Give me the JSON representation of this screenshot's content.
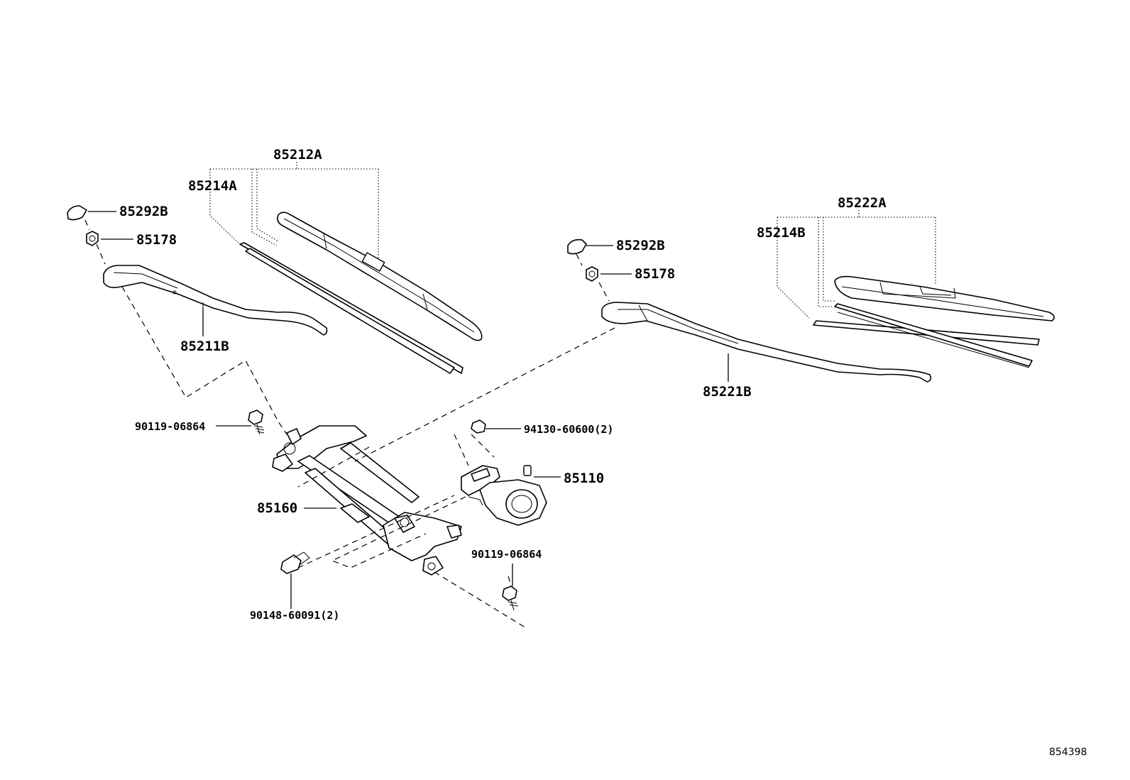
{
  "diagram_id": "854398",
  "labels": {
    "p85212A": "85212A",
    "p85214A": "85214A",
    "p85292B_left": "85292B",
    "p85178_left": "85178",
    "p85211B": "85211B",
    "p85222A": "85222A",
    "p85214B": "85214B",
    "p85292B_right": "85292B",
    "p85178_right": "85178",
    "p85221B": "85221B",
    "p90119_top": "90119-06864",
    "p94130": "94130-60600(2)",
    "p85110": "85110",
    "p85160": "85160",
    "p90119_bottom": "90119-06864",
    "p90148": "90148-60091(2)"
  }
}
